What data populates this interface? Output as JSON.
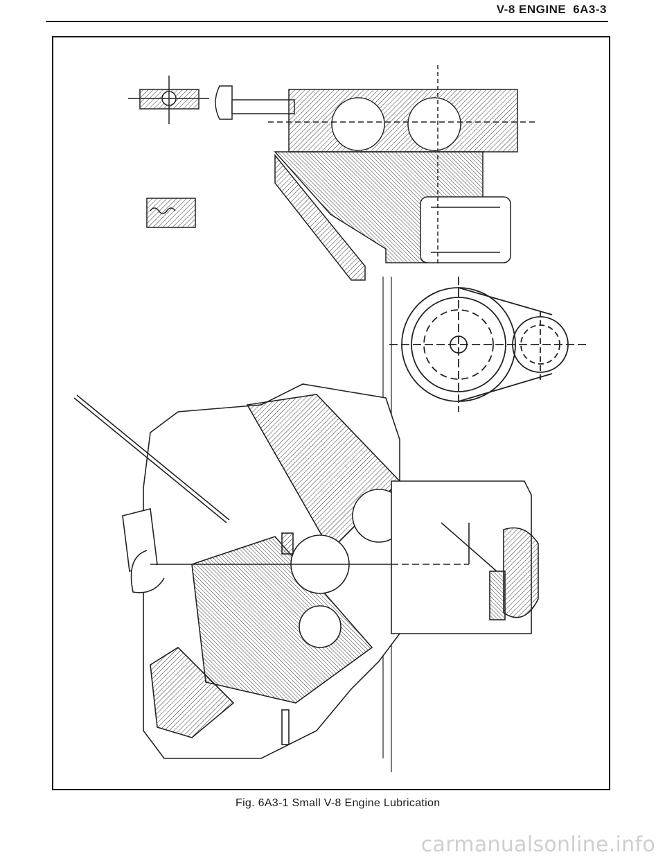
{
  "header": {
    "section": "V-8 ENGINE",
    "page": "6A3-3"
  },
  "figure": {
    "caption": "Fig. 6A3-1 Small V-8 Engine Lubrication"
  },
  "watermark": "carmanualsonline.info"
}
